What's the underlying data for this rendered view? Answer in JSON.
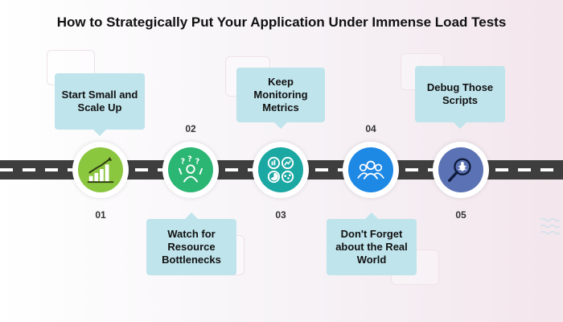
{
  "title": "How to Strategically Put Your Application Under Immense Load Tests",
  "colors": {
    "callout": "#bfe4ec",
    "road": "#3e3e3e",
    "step1": "#8bc63f",
    "step2": "#2bb673",
    "step3": "#1ba8a3",
    "step4": "#1e88e5",
    "step5": "#5b73b5"
  },
  "steps": [
    {
      "number": "01",
      "label": "Start Small and Scale Up",
      "icon": "growth-chart-icon"
    },
    {
      "number": "02",
      "label": "Watch for Resource Bottlenecks",
      "icon": "confused-person-icon"
    },
    {
      "number": "03",
      "label": "Keep Monitoring Metrics",
      "icon": "metrics-dashboard-icon"
    },
    {
      "number": "04",
      "label": "Don't Forget about the Real World",
      "icon": "user-group-icon"
    },
    {
      "number": "05",
      "label": "Debug Those Scripts",
      "icon": "bug-magnifier-icon"
    }
  ]
}
